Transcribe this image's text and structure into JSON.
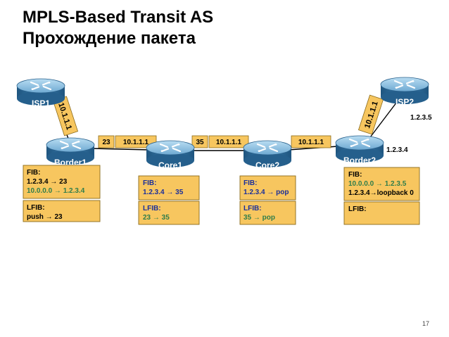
{
  "title": {
    "line1": "MPLS-Based Transit AS",
    "line2": "Прохождение пакета"
  },
  "routers": {
    "isp1": "ISP1",
    "isp2": "ISP2",
    "border1": "Border1",
    "core1": "Core1",
    "core2": "Core2",
    "border2": "Border2"
  },
  "links": {
    "isp1_border1": "10.1.1.1",
    "isp2_border2": "10.1.1.1"
  },
  "packets": {
    "p1": {
      "label": "23",
      "dest": "10.1.1.1"
    },
    "p2": {
      "label": "35",
      "dest": "10.1.1.1"
    },
    "p3": {
      "dest": "10.1.1.1"
    }
  },
  "addresses": {
    "isp2_addr": "1.2.3.5",
    "border2_addr": "1.2.3.4"
  },
  "tables": {
    "border1": {
      "fib_title": "FIB:",
      "fib_line1": "1.2.3.4 → 23",
      "fib_line2": "10.0.0.0 → 1.2.3.4",
      "lfib_title": "LFIB:",
      "lfib_line1": "push → 23"
    },
    "core1": {
      "fib_title": "FIB:",
      "fib_line1": "1.2.3.4 → 35",
      "lfib_title": "LFIB:",
      "lfib_line1": "23 → 35"
    },
    "core2": {
      "fib_title": "FIB:",
      "fib_line1": "1.2.3.4 → pop",
      "lfib_title": "LFIB:",
      "lfib_line1": "35 → pop"
    },
    "border2": {
      "fib_title": "FIB:",
      "fib_line1": "10.0.0.0 → 1.2.3.5",
      "fib_line2": "1.2.3.4→loopback 0",
      "lfib_title": "LFIB:"
    }
  },
  "page_number": "17",
  "colors": {
    "router_body": "#2f6f9e",
    "router_top": "#8ec2e2",
    "table_fill": "#f7c65f",
    "table_border": "#8a6a1a",
    "blue_text": "#1a2f9b",
    "green_text": "#2f7d4b",
    "line": "#000000"
  }
}
